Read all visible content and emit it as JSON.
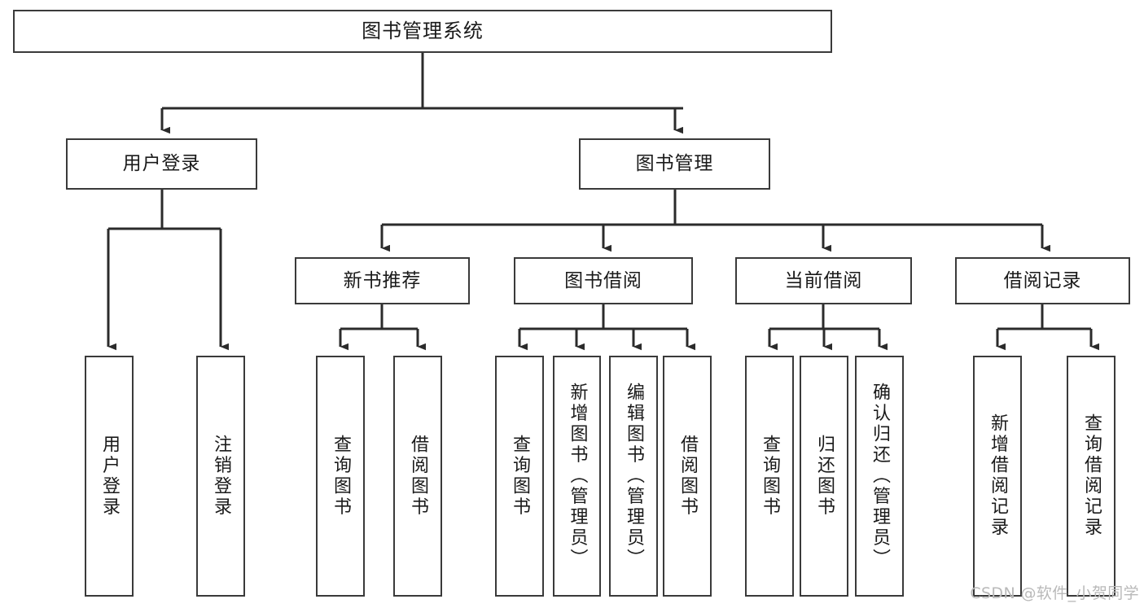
{
  "diagram": {
    "title": "图书管理系统",
    "type": "functional-structure-tree",
    "colors": {
      "box_border": "#3a3a3a",
      "box_fill": "#ffffff",
      "connector": "#2b2b2b",
      "text": "#1a1a1a",
      "watermark": "#b9b9b9",
      "background": "#ffffff"
    },
    "root": {
      "label": "图书管理系统"
    },
    "level2": [
      {
        "label": "用户登录"
      },
      {
        "label": "图书管理"
      }
    ],
    "level3": [
      {
        "label": "新书推荐"
      },
      {
        "label": "图书借阅"
      },
      {
        "label": "当前借阅"
      },
      {
        "label": "借阅记录"
      }
    ],
    "leaves": {
      "user_login": [
        {
          "label": "用户登录"
        },
        {
          "label": "注销登录"
        }
      ],
      "new_book_recommend": [
        {
          "label": "查询图书"
        },
        {
          "label": "借阅图书"
        }
      ],
      "book_borrow": [
        {
          "label": "查询图书"
        },
        {
          "label": "新增图书（管理员）"
        },
        {
          "label": "编辑图书（管理员）"
        },
        {
          "label": "借阅图书"
        }
      ],
      "current_borrow": [
        {
          "label": "查询图书"
        },
        {
          "label": "归还图书"
        },
        {
          "label": "确认归还（管理员）"
        }
      ],
      "borrow_record": [
        {
          "label": "新增借阅记录"
        },
        {
          "label": "查询借阅记录"
        }
      ]
    }
  },
  "watermark": {
    "text": "CSDN @软件_小贺同学"
  }
}
